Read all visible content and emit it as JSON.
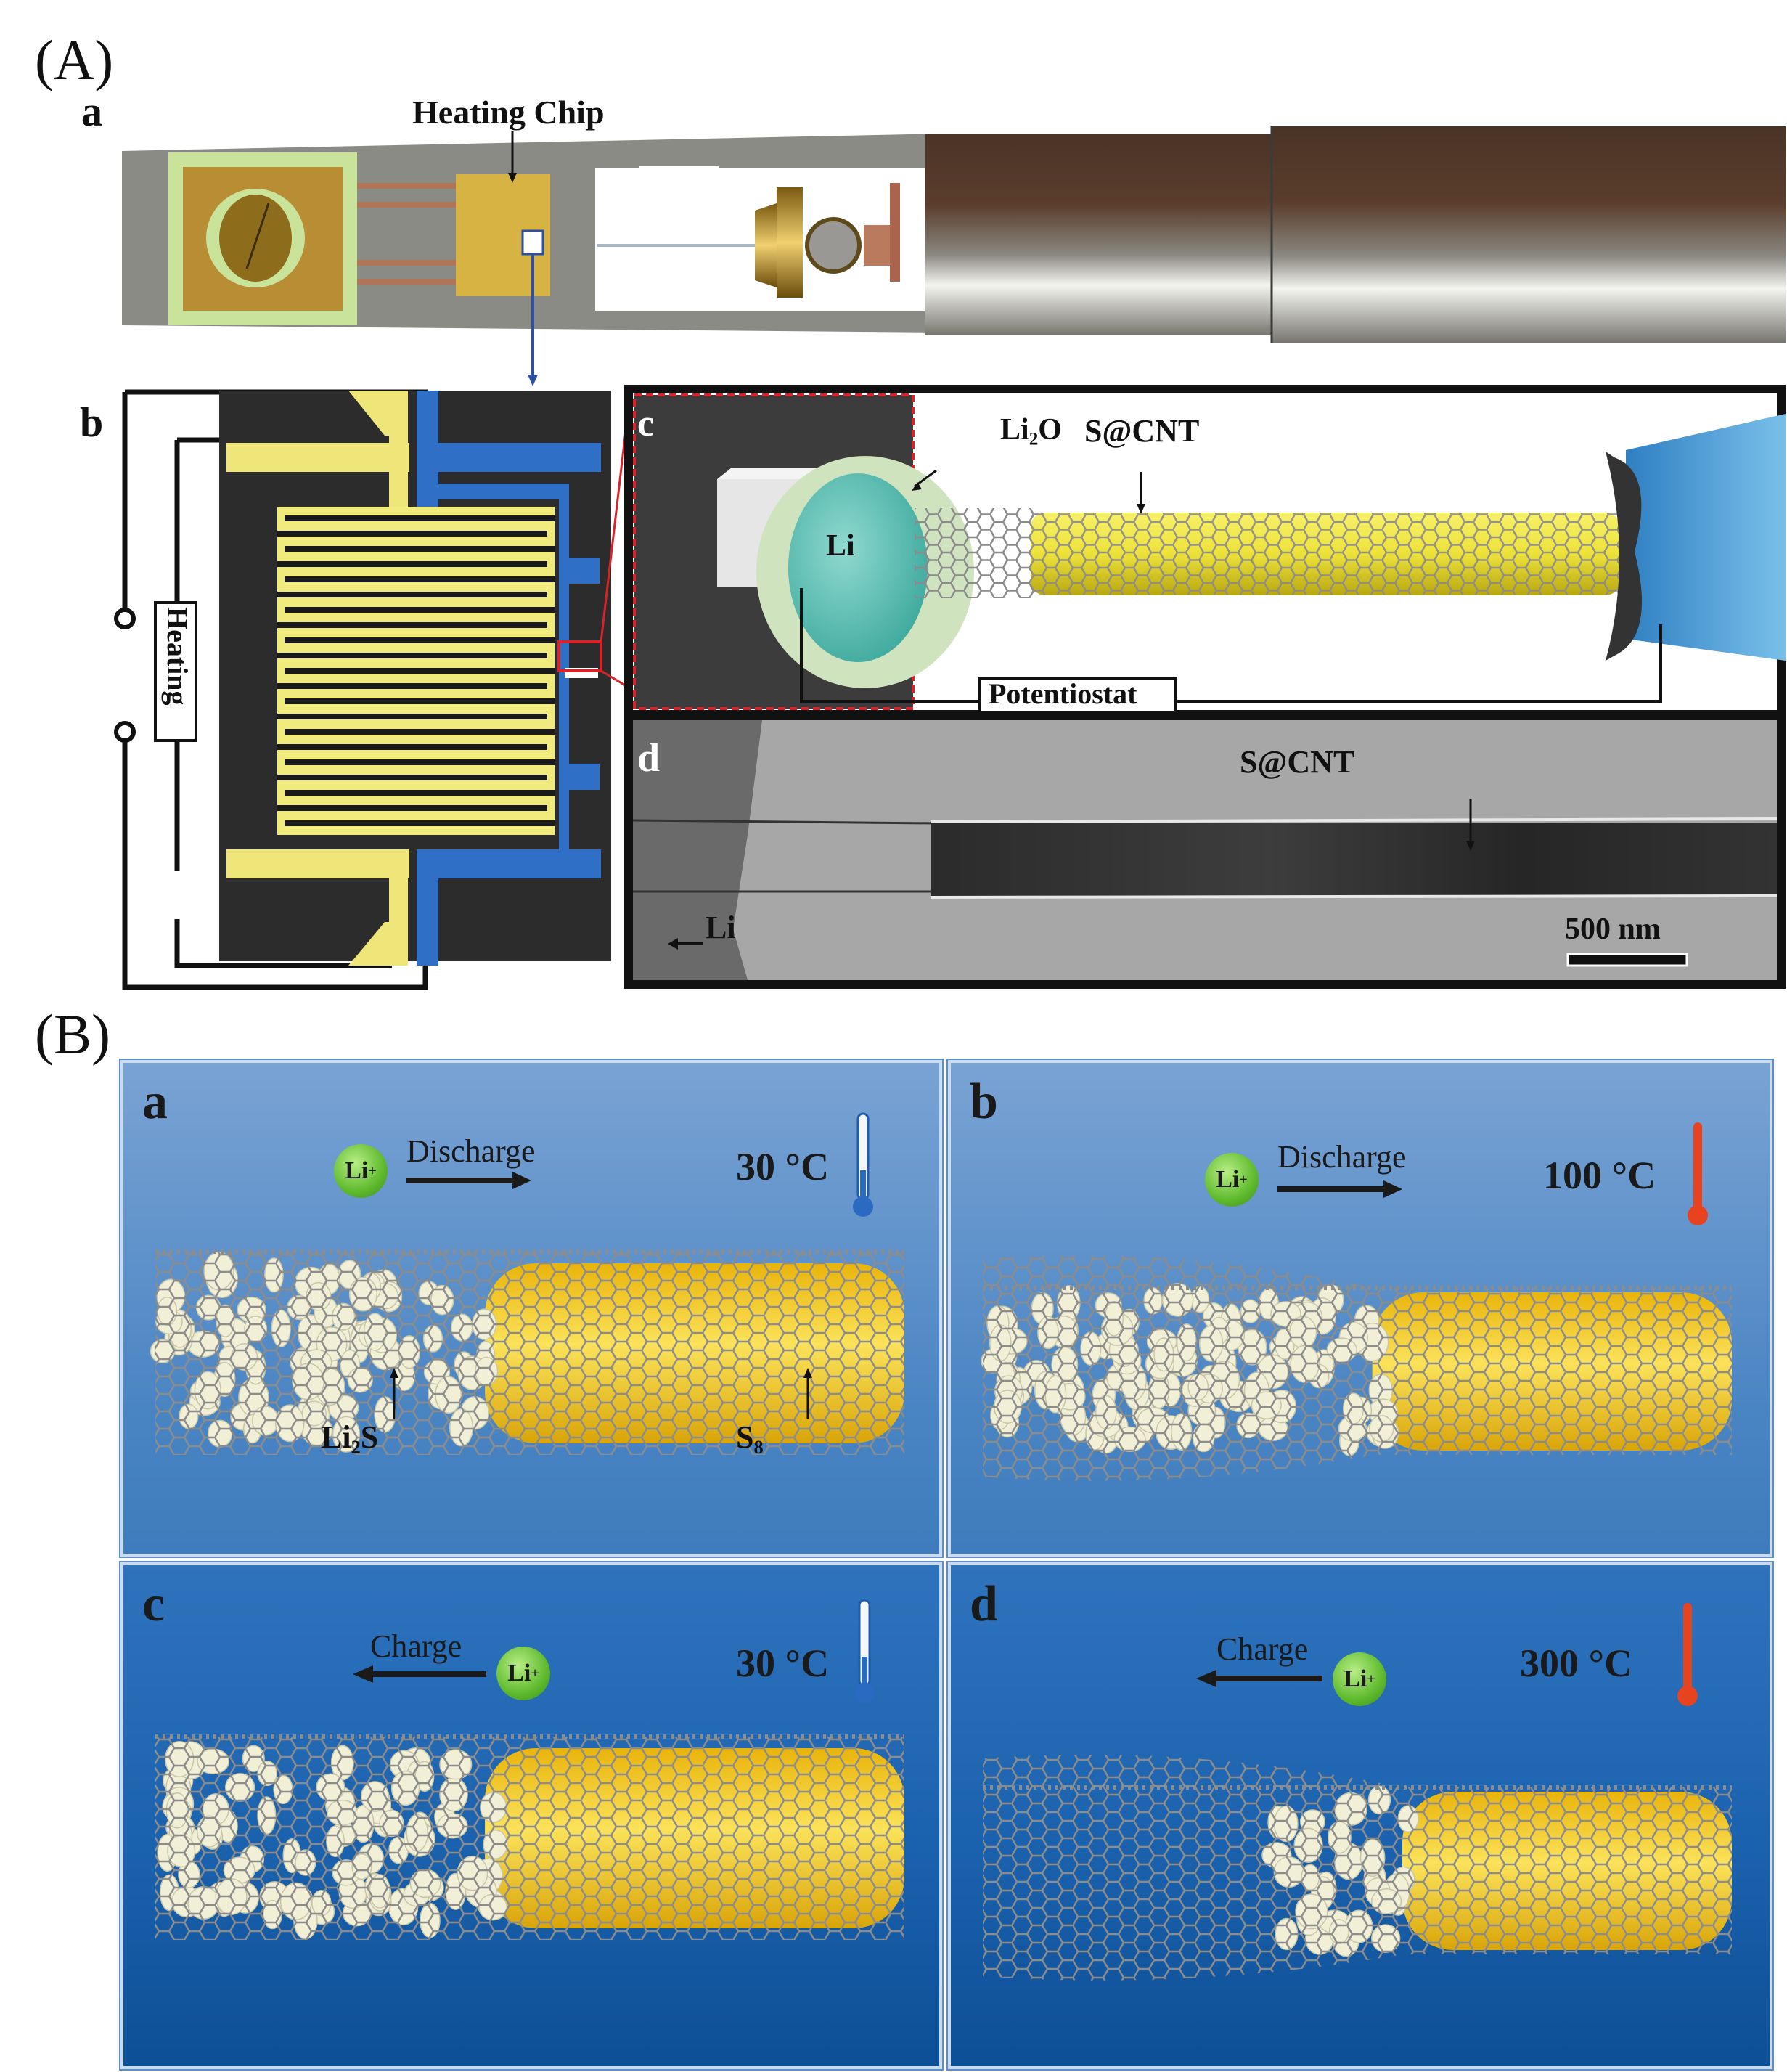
{
  "figure": {
    "section_A": {
      "label": "(A)",
      "panel_a": {
        "letter": "a",
        "annotation": "Heating Chip",
        "description": "TEM holder schematic with heating chip"
      },
      "panel_b": {
        "letter": "b",
        "circuit_label": "Heating"
      },
      "panel_c": {
        "letter": "c",
        "labels": {
          "li2o_main": "Li",
          "li2o_sub": "2",
          "li2o_tail": "O",
          "li": "Li",
          "sacnt": "S@CNT",
          "potentiostat": "Potentiostat"
        }
      },
      "panel_d": {
        "letter": "d",
        "labels": {
          "sacnt": "S@CNT",
          "li": "Li",
          "scale_bar": "500 nm"
        }
      }
    },
    "section_B": {
      "label": "(B)",
      "panels": [
        {
          "letter": "a",
          "process": "Discharge",
          "direction": "right",
          "temperature": "30 °C",
          "thermometer": "cold",
          "labels": {
            "li2s_main": "Li",
            "li2s_sub": "2",
            "li2s_tail": "S",
            "s8_main": "S",
            "s8_sub": "8"
          }
        },
        {
          "letter": "b",
          "process": "Discharge",
          "direction": "right",
          "temperature": "100 °C",
          "thermometer": "hot"
        },
        {
          "letter": "c",
          "process": "Charge",
          "direction": "left",
          "temperature": "30 °C",
          "thermometer": "cold"
        },
        {
          "letter": "d",
          "process": "Charge",
          "direction": "left",
          "temperature": "300 °C",
          "thermometer": "hot"
        }
      ],
      "ion_label": "Li",
      "ion_charge": "+"
    },
    "colors": {
      "sulfur_yellow": "#f2c714",
      "li2s_particles": "#f1efd6",
      "li_sphere": "#5bbfb3",
      "cold_thermo": "#2a6ac0",
      "hot_thermo": "#e8431f",
      "heater_yellow": "#f1ea7c",
      "electrode_blue": "#2f6fc6"
    }
  }
}
